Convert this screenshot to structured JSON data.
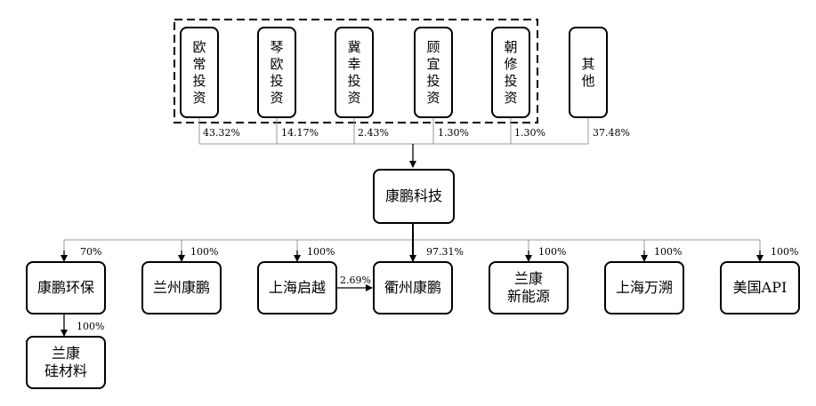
{
  "shareholders": [
    {
      "id": "ouchang",
      "lines": [
        "欧",
        "常",
        "投",
        "资"
      ],
      "pct": "43.32%"
    },
    {
      "id": "qinou",
      "lines": [
        "琴",
        "欧",
        "投",
        "资"
      ],
      "pct": "14.17%"
    },
    {
      "id": "jixing",
      "lines": [
        "冀",
        "幸",
        "投",
        "资"
      ],
      "pct": "2.43%"
    },
    {
      "id": "guyi",
      "lines": [
        "顾",
        "宜",
        "投",
        "资"
      ],
      "pct": "1.30%"
    },
    {
      "id": "chaoxiu",
      "lines": [
        "朝",
        "修",
        "投",
        "资"
      ],
      "pct": "1.30%"
    },
    {
      "id": "other",
      "lines": [
        "其",
        "他"
      ],
      "pct": "37.48%"
    }
  ],
  "company": {
    "lines": [
      "康鹏科技"
    ]
  },
  "subsidiaries": [
    {
      "id": "kangpeng-huanbao",
      "lines": [
        "康鹏环保"
      ],
      "pct": "70%"
    },
    {
      "id": "lanzhou-kangpeng",
      "lines": [
        "兰州康鹏"
      ],
      "pct": "100%"
    },
    {
      "id": "shanghai-qiyue",
      "lines": [
        "上海启越"
      ],
      "pct": "100%"
    },
    {
      "id": "quzhou-kangpeng",
      "lines": [
        "衢州康鹏"
      ],
      "pct": "97.31%"
    },
    {
      "id": "lankang-xinnengyuan",
      "lines": [
        "兰康",
        "新能源"
      ],
      "pct": "100%"
    },
    {
      "id": "shanghai-wanshuo",
      "lines": [
        "上海万溯"
      ],
      "pct": "100%"
    },
    {
      "id": "meiguo-api",
      "lines": [
        "美国API"
      ],
      "pct": "100%"
    }
  ],
  "sub_subsidiary": {
    "id": "lankang-guicailiao",
    "lines": [
      "兰康",
      "硅材料"
    ],
    "pct": "100%"
  },
  "cross_holding": {
    "pct": "2.69%"
  }
}
